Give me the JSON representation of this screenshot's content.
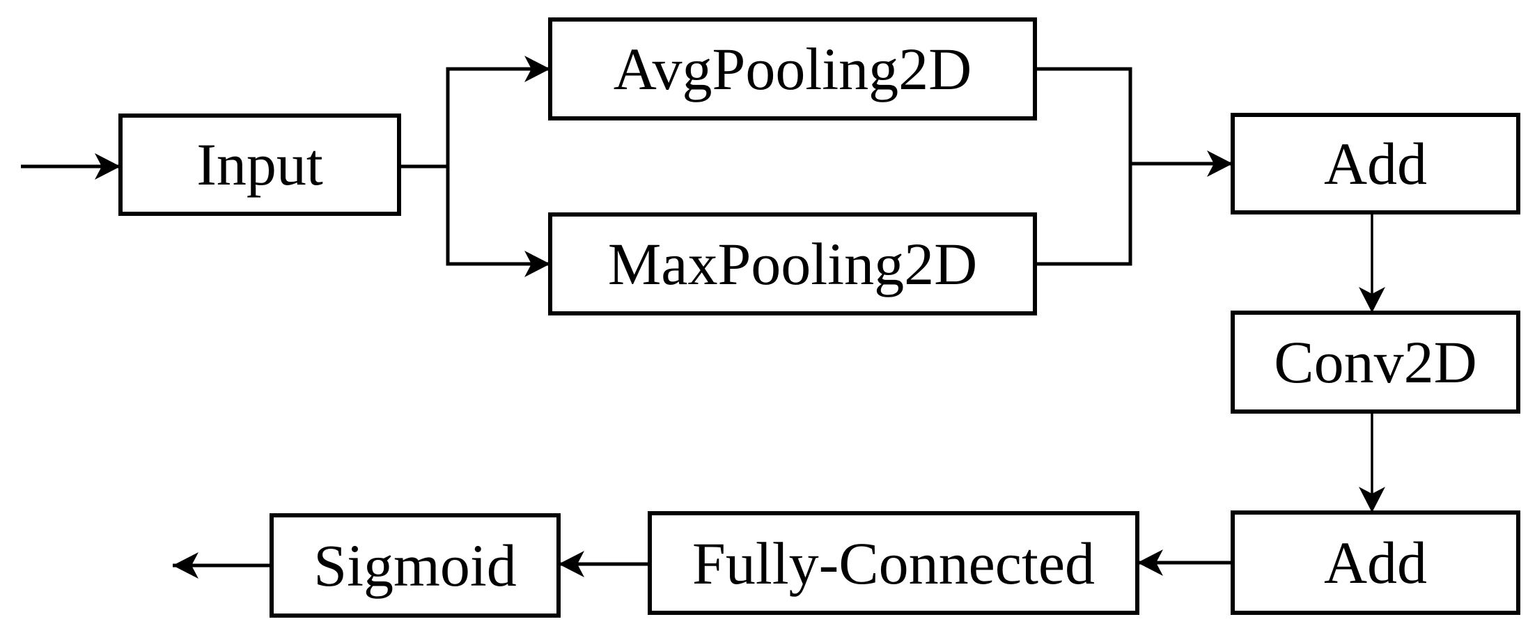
{
  "diagram": {
    "description": "Flow diagram of a channel-attention style network block",
    "colors": {
      "line": "#000000",
      "background": "#ffffff",
      "box_fill": "#ffffff"
    },
    "nodes": {
      "input": {
        "label": "Input"
      },
      "avg_pooling": {
        "label": "AvgPooling2D"
      },
      "max_pooling": {
        "label": "MaxPooling2D"
      },
      "add_top": {
        "label": "Add"
      },
      "conv2d": {
        "label": "Conv2D"
      },
      "add_bottom": {
        "label": "Add"
      },
      "fully_connected": {
        "label": "Fully-Connected"
      },
      "sigmoid": {
        "label": "Sigmoid"
      }
    },
    "edges": [
      {
        "from": "external-input",
        "to": "input",
        "arrow": true
      },
      {
        "from": "input",
        "to": "avg_pooling",
        "arrow": true
      },
      {
        "from": "input",
        "to": "max_pooling",
        "arrow": true
      },
      {
        "from": "avg_pooling",
        "to": "add_top",
        "arrow": true
      },
      {
        "from": "max_pooling",
        "to": "add_top",
        "arrow": true
      },
      {
        "from": "add_top",
        "to": "conv2d",
        "arrow": true
      },
      {
        "from": "conv2d",
        "to": "add_bottom",
        "arrow": true
      },
      {
        "from": "add_bottom",
        "to": "fully_connected",
        "arrow": true
      },
      {
        "from": "fully_connected",
        "to": "sigmoid",
        "arrow": true
      },
      {
        "from": "sigmoid",
        "to": "external-output",
        "arrow": true
      }
    ]
  }
}
